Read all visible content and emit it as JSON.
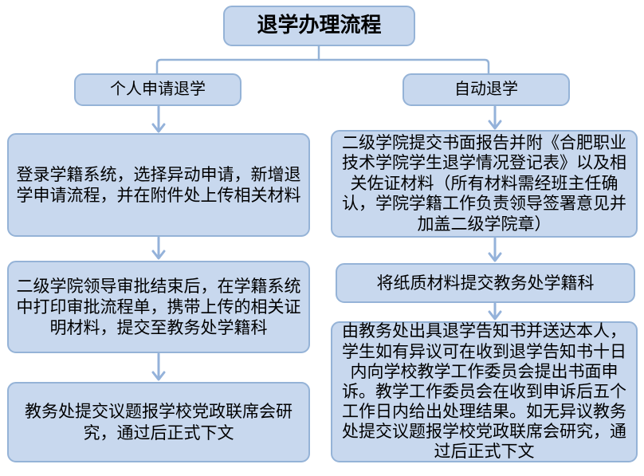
{
  "diagram": {
    "title": "退学办理流程",
    "left_branch": {
      "label": "个人申请退学",
      "steps": [
        "登录学籍系统，选择异动申请，新增退学申请流程，并在附件处上传相关材料",
        "二级学院领导审批结束后，在学籍系统中打印审批流程单，携带上传的相关证明材料，提交至教务处学籍科",
        "教务处提交议题报学校党政联席会研究，通过后正式下文"
      ]
    },
    "right_branch": {
      "label": "自动退学",
      "steps": [
        "二级学院提交书面报告并附《合肥职业技术学院学生退学情况登记表》以及相关佐证材料（所有材料需经班主任确认，学院学籍工作负责领导签署意见并加盖二级学院章）",
        "将纸质材料提交教务处学籍科",
        "由教务处出具退学告知书并送达本人，学生如有异议可在收到退学告知书十日内向学校教学工作委员会提出书面申诉。教学工作委员会在收到申诉后五个工作日内给出处理结果。如无异议教务处提交议题报学校党政联席会研究，通过后正式下文"
      ]
    },
    "colors": {
      "box_fill": "#c8d8ee",
      "box_border": "#95b3d7",
      "connector": "#95b3d7",
      "arrow": "#94b2da",
      "text": "#000000",
      "background": "#ffffff"
    }
  }
}
